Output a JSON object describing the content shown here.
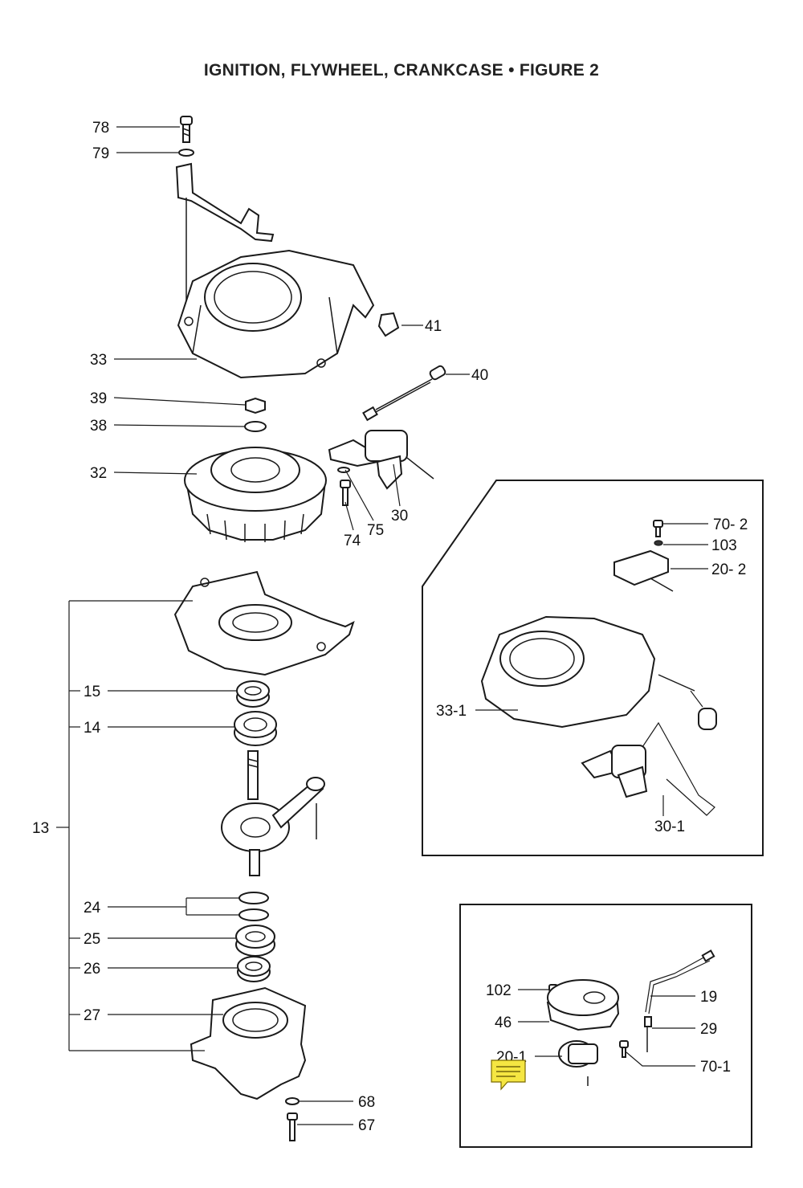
{
  "title": "IGNITION, FLYWHEEL, CRANKCASE  •  FIGURE 2",
  "labels": {
    "p78": "78",
    "p79": "79",
    "p41": "41",
    "p33": "33",
    "p40": "40",
    "p39": "39",
    "p38": "38",
    "p32": "32",
    "p30": "30",
    "p75": "75",
    "p74": "74",
    "p15": "15",
    "p14": "14",
    "p13": "13",
    "p24": "24",
    "p25": "25",
    "p26": "26",
    "p27": "27",
    "p68": "68",
    "p67": "67",
    "p70_2": "70- 2",
    "p103": "103",
    "p20_2": "20- 2",
    "p33_1": "33-1",
    "p30_1": "30-1",
    "p102": "102",
    "p19": "19",
    "p46": "46",
    "p29": "29",
    "p20_1": "20-1",
    "p70_1": "70-1"
  },
  "note_icon_color": "#f5e642"
}
